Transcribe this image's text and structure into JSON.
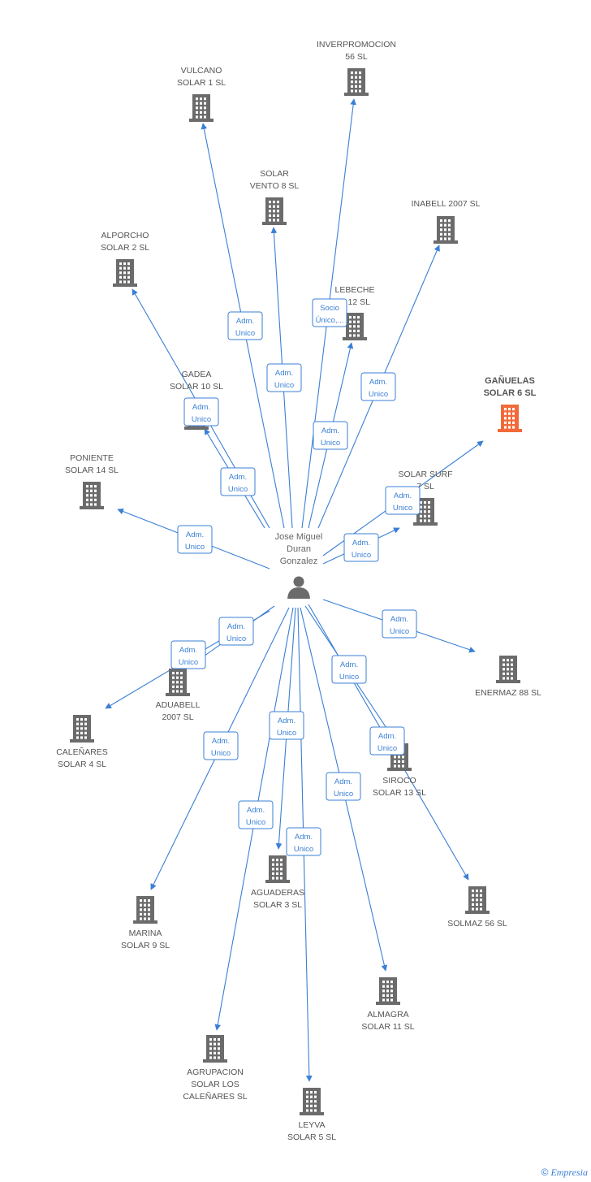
{
  "colors": {
    "edge": "#3a7fd5",
    "building": "#6b6b6b",
    "highlight": "#f26a3a",
    "person": "#6b6b6b"
  },
  "person": {
    "lines": [
      "Jose Miguel",
      "Duran",
      "Gonzalez"
    ],
    "icon": "person-icon"
  },
  "companies": [
    {
      "id": "inverpromocion",
      "lines": [
        "INVERPROMOCION",
        "56 SL"
      ]
    },
    {
      "id": "vulcano",
      "lines": [
        "VULCANO",
        "SOLAR 1 SL"
      ]
    },
    {
      "id": "vento",
      "lines": [
        "SOLAR",
        "VENTO 8 SL"
      ]
    },
    {
      "id": "inabell",
      "lines": [
        "INABELL 2007 SL"
      ]
    },
    {
      "id": "alporcho",
      "lines": [
        "ALPORCHO",
        "SOLAR 2 SL"
      ]
    },
    {
      "id": "lebeche",
      "lines": [
        "LEBECHE",
        "R 12 SL"
      ]
    },
    {
      "id": "ganuelas",
      "lines": [
        "GAÑUELAS",
        "SOLAR 6 SL"
      ],
      "highlight": true
    },
    {
      "id": "gadea",
      "lines": [
        "GADEA",
        "SOLAR 10 SL"
      ]
    },
    {
      "id": "poniente",
      "lines": [
        "PONIENTE",
        "SOLAR 14 SL"
      ]
    },
    {
      "id": "surf",
      "lines": [
        "SOLAR SURF",
        "7 SL"
      ]
    },
    {
      "id": "enermaz",
      "lines": [
        "ENERMAZ 88 SL"
      ]
    },
    {
      "id": "aduabell",
      "lines": [
        "ADUABELL",
        "2007 SL"
      ]
    },
    {
      "id": "calenares4",
      "lines": [
        "CALEÑARES",
        "SOLAR 4 SL"
      ]
    },
    {
      "id": "siroco",
      "lines": [
        "SIROCO",
        "SOLAR 13 SL"
      ]
    },
    {
      "id": "solmaz",
      "lines": [
        "SOLMAZ 56 SL"
      ]
    },
    {
      "id": "aguaderas",
      "lines": [
        "AGUADERAS",
        "SOLAR 3 SL"
      ]
    },
    {
      "id": "marina",
      "lines": [
        "MARINA",
        "SOLAR 9 SL"
      ]
    },
    {
      "id": "almagra",
      "lines": [
        "ALMAGRA",
        "SOLAR 11 SL"
      ]
    },
    {
      "id": "agrupacion",
      "lines": [
        "AGRUPACION",
        "SOLAR LOS",
        "CALEÑARES SL"
      ]
    },
    {
      "id": "leyva",
      "lines": [
        "LEYVA",
        "SOLAR 5 SL"
      ]
    }
  ],
  "relations": [
    {
      "to": "vulcano",
      "lines": [
        "Adm.",
        "Unico"
      ]
    },
    {
      "to": "vento",
      "lines": [
        "Adm.",
        "Unico"
      ]
    },
    {
      "to": "inverpromocion",
      "lines": [
        "Socio",
        "Único,..."
      ]
    },
    {
      "to": "lebeche",
      "lines": [
        "Adm.",
        "Unico"
      ]
    },
    {
      "to": "inabell",
      "lines": [
        "Adm.",
        "Unico"
      ]
    },
    {
      "to": "alporcho",
      "lines": [
        "Adm.",
        "Unico"
      ]
    },
    {
      "to": "gadea",
      "lines": [
        "Adm.",
        "Unico"
      ]
    },
    {
      "to": "poniente",
      "lines": [
        "Adm.",
        "Unico"
      ]
    },
    {
      "to": "ganuelas",
      "lines": [
        "Adm.",
        "Unico"
      ]
    },
    {
      "to": "surf",
      "lines": [
        "Adm.",
        "Unico"
      ]
    },
    {
      "to": "enermaz",
      "lines": [
        "Adm.",
        "Unico"
      ]
    },
    {
      "to": "aduabell",
      "lines": [
        "Adm.",
        "Unico"
      ]
    },
    {
      "to": "calenares4",
      "lines": [
        "Adm.",
        "Unico"
      ]
    },
    {
      "to": "siroco",
      "lines": [
        "Adm.",
        "Unico"
      ]
    },
    {
      "to": "solmaz",
      "lines": [
        "Adm.",
        "Unico"
      ]
    },
    {
      "to": "aguaderas",
      "lines": [
        "Adm.",
        "Unico"
      ]
    },
    {
      "to": "marina",
      "lines": [
        "Adm.",
        "Unico"
      ]
    },
    {
      "to": "almagra",
      "lines": [
        "Adm.",
        "Unico"
      ]
    },
    {
      "to": "agrupacion",
      "lines": [
        "Adm.",
        "Unico"
      ]
    },
    {
      "to": "leyva",
      "lines": [
        "Adm.",
        "Unico"
      ]
    }
  ],
  "credit": {
    "symbol": "©",
    "brand": "Empresia"
  }
}
